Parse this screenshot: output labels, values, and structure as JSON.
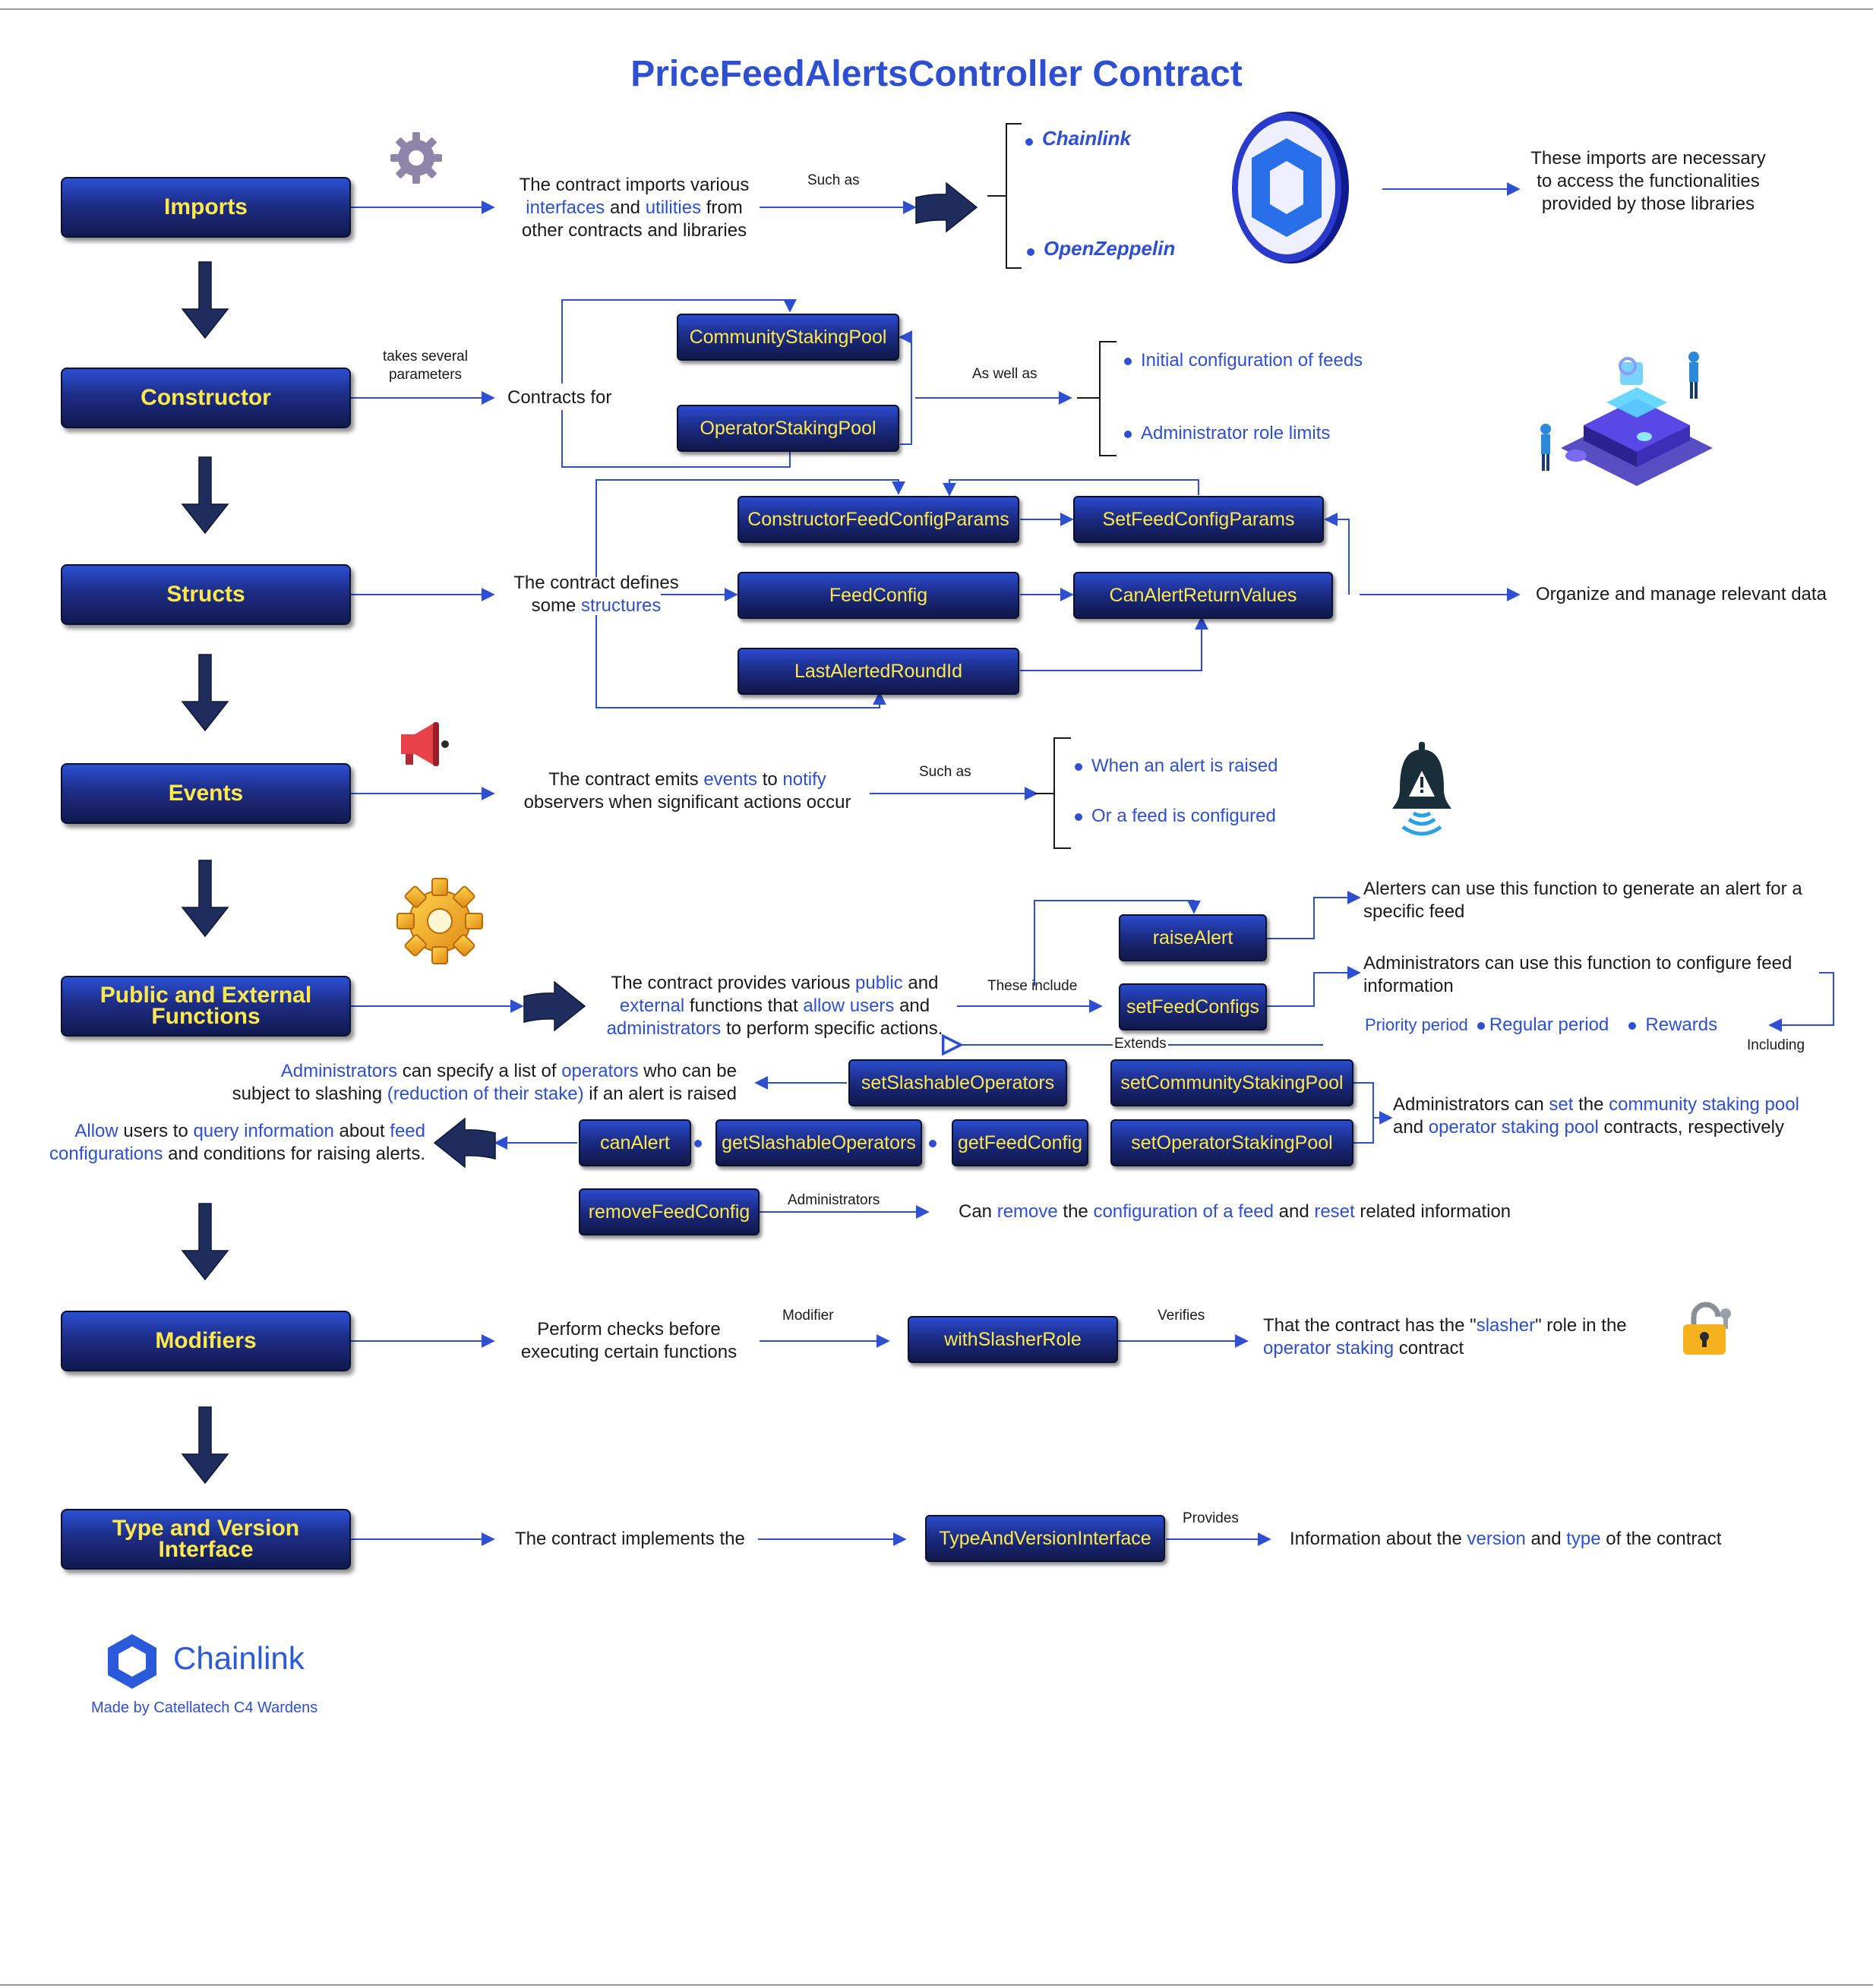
{
  "title": "PriceFeedAlertsController Contract",
  "sections": {
    "imports": "Imports",
    "constructor": "Constructor",
    "structs": "Structs",
    "events": "Events",
    "functions": "Public and External Functions",
    "modifiers": "Modifiers",
    "typeversion": "Type and Version Interface"
  },
  "imports": {
    "desc_l1": "The contract imports various",
    "desc_interfaces": "interfaces",
    "desc_and": " and ",
    "desc_utilities": "utilities",
    "desc_from": " from",
    "desc_l3": "other contracts and libraries",
    "such_as": "Such as",
    "lib1": "Chainlink",
    "lib2": "OpenZeppelin",
    "result": "These imports are necessary to access the functionalities provided by those libraries"
  },
  "constructor": {
    "takes": "takes several parameters",
    "contracts_for": "Contracts for",
    "pool1": "CommunityStakingPool",
    "pool2": "OperatorStakingPool",
    "as_well_as": "As well as",
    "item1": "Initial configuration of feeds",
    "item2": "Administrator role limits"
  },
  "structs": {
    "desc_l1": "The contract defines",
    "desc_some": "some ",
    "desc_structures": "structures",
    "s1": "ConstructorFeedConfigParams",
    "s2": "SetFeedConfigParams",
    "s3": "FeedConfig",
    "s4": "CanAlertReturnValues",
    "s5": "LastAlertedRoundId",
    "result": "Organize and manage relevant data"
  },
  "events": {
    "desc_a": "The contract emits ",
    "desc_events": "events",
    "desc_to": " to ",
    "desc_notify": "notify",
    "desc_l2": "observers when significant actions occur",
    "such_as": "Such as",
    "item1": "When an alert is raised",
    "item2": "Or a feed is configured"
  },
  "functions": {
    "desc_a": "The contract provides various ",
    "desc_public": "public",
    "desc_and": " and",
    "desc_external": "external",
    "desc_b": " functions that ",
    "desc_allow": "allow users",
    "desc_and2": " and",
    "desc_admins": "administrators",
    "desc_c": " to perform specific actions.",
    "these_include": "These include",
    "extends": "Extends",
    "raiseAlert": "raiseAlert",
    "raiseAlert_desc": "Alerters can use this function to generate an alert for a specific feed",
    "setFeedConfigs": "setFeedConfigs",
    "setFeedConfigs_desc": "Administrators can use this function to configure feed information",
    "priority": "Priority period",
    "regular": "Regular period",
    "rewards": "Rewards",
    "including": "Including",
    "setSlashableOperators": "setSlashableOperators",
    "slash_admins": "Administrators",
    "slash_a": " can specify a list of ",
    "slash_operators": "operators",
    "slash_b": " who can be",
    "slash_c": "subject to slashing ",
    "slash_reduction": "(reduction of their stake)",
    "slash_d": " if an alert is raised",
    "setCommunityStakingPool": "setCommunityStakingPool",
    "setOperatorStakingPool": "setOperatorStakingPool",
    "pool_a": "Administrators can ",
    "pool_set": "set",
    "pool_b": " the ",
    "pool_community": "community staking pool",
    "pool_c": "and ",
    "pool_operator": "operator staking pool",
    "pool_d": " contracts, respectively",
    "canAlert": "canAlert",
    "getSlashableOperators": "getSlashableOperators",
    "getFeedConfig": "getFeedConfig",
    "query_allow": "Allow",
    "query_a": " users to ",
    "query_info": "query information",
    "query_b": " about ",
    "query_feed": "feed",
    "query_configs": "configurations",
    "query_c": " and conditions for raising alerts.",
    "removeFeedConfig": "removeFeedConfig",
    "administrators": "Administrators",
    "remove_a": "Can ",
    "remove_remove": "remove",
    "remove_b": " the ",
    "remove_config": "configuration of a feed",
    "remove_c": " and ",
    "remove_reset": "reset",
    "remove_d": " related information"
  },
  "modifiers": {
    "desc": "Perform checks before executing certain functions",
    "modifier": "Modifier",
    "name": "withSlasherRole",
    "verifies": "Verifies",
    "r_a": "That the contract has the \"",
    "r_slasher": "slasher",
    "r_b": "\" role in the",
    "r_operator": "operator staking",
    "r_c": " contract"
  },
  "typeversion": {
    "desc": "The contract implements the",
    "name": "TypeAndVersionInterface",
    "provides": "Provides",
    "r_a": "Information about the ",
    "r_version": "version",
    "r_and": " and ",
    "r_type": "type",
    "r_b": " of the contract"
  },
  "footer": {
    "brand": "Chainlink",
    "credit": "Made by Catellatech C4 Wardens"
  },
  "colors": {
    "accent": "#2e4fd0",
    "box_label": "#ffe94d",
    "box_dark": "#101a4f",
    "arrow_dark": "#1e2d5e"
  },
  "icons": [
    "gear-icon",
    "chainlink-logo-icon",
    "blockchain-illustration-icon",
    "megaphone-icon",
    "bell-alert-icon",
    "golden-gear-icon",
    "padlock-icon",
    "chainlink-hexagon-icon",
    "big-arrow-icon"
  ]
}
